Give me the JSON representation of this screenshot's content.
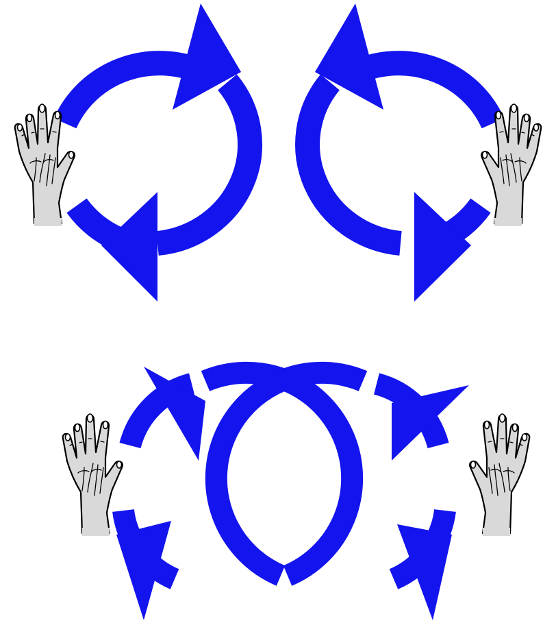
{
  "colors": {
    "arrow": "#1414ee",
    "hand_fill": "#d9d9d9",
    "hand_outline": "#000000",
    "background": "#ffffff"
  },
  "figures": [
    {
      "id": "top-left",
      "loops": 1,
      "rotation": "clockwise",
      "hands": 1,
      "hand_side": "left"
    },
    {
      "id": "top-right",
      "loops": 1,
      "rotation": "counterclockwise",
      "hands": 1,
      "hand_side": "right"
    },
    {
      "id": "bottom",
      "loops": 2,
      "rotation": [
        "counterclockwise",
        "clockwise"
      ],
      "hands": 2,
      "hand_side": [
        "left",
        "right"
      ],
      "interlocked": true
    }
  ],
  "icons": [
    "hand-icon",
    "circular-arrow-icon"
  ]
}
